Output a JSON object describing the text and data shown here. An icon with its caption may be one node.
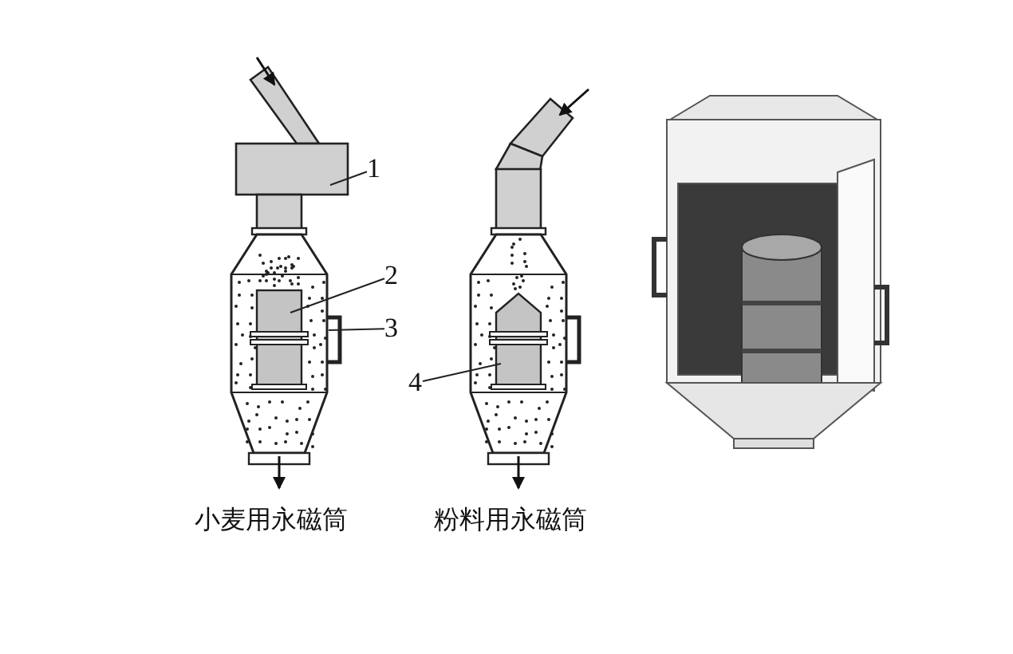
{
  "diagram": {
    "nodes": [
      {
        "text": [
          "1"
        ]
      },
      {
        "text": [
          "2"
        ]
      },
      {
        "text": [
          "3"
        ]
      },
      {
        "text": [
          "4"
        ]
      }
    ],
    "edges": [
      {
        "from": 0,
        "to": null,
        "arrow": "none"
      },
      {
        "from": 1,
        "to": null,
        "arrow": "none"
      },
      {
        "from": 2,
        "to": null,
        "arrow": "none"
      },
      {
        "from": 3,
        "to": null,
        "arrow": "none"
      }
    ],
    "labels": [
      "小麦用永磁筒",
      "粉料用永磁筒"
    ]
  }
}
